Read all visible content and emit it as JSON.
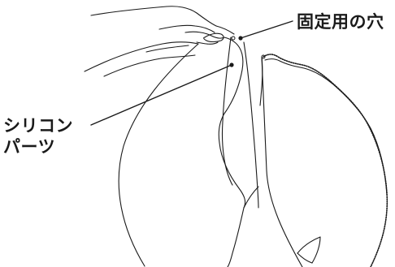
{
  "labels": {
    "fixing_hole": "固定用の穴",
    "silicone_line1": "シリコン",
    "silicone_line2": "パーツ"
  },
  "colors": {
    "ink": "#1a1a1a",
    "background": "#ffffff"
  }
}
